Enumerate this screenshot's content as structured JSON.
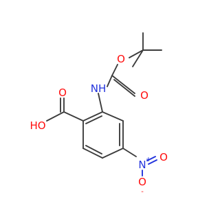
{
  "molecule": {
    "atoms": {
      "carbonyl_o_boc": "O",
      "ether_o_boc": "O",
      "amide_n": "NH",
      "acid_o": "O",
      "hydroxyl": "HO",
      "nitro_n": "N",
      "nitro_n_charge": "+",
      "nitro_o_top": "O",
      "nitro_o_bottom": "O",
      "nitro_o_charge": "-"
    },
    "colors": {
      "bond": "#3c3c3c",
      "oxygen": "#ff0d0d",
      "nitrogen": "#2233dd"
    }
  }
}
